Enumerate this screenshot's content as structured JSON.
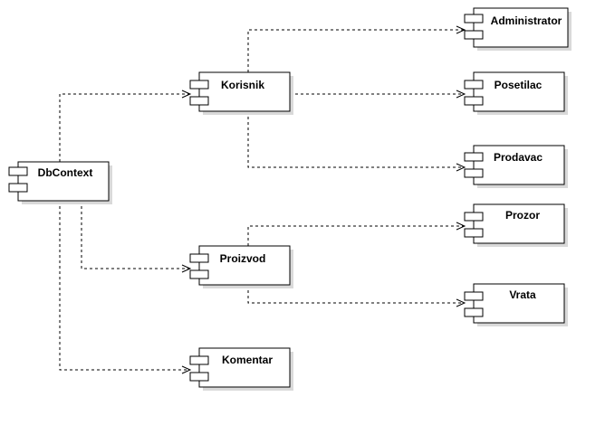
{
  "diagram": {
    "type": "uml-component-diagram",
    "line_color": "#000000",
    "fill_color": "#ffffff",
    "shadow_color": "#d9d9d9",
    "components": {
      "dbcontext": {
        "label": "DbContext"
      },
      "korisnik": {
        "label": "Korisnik"
      },
      "administrator": {
        "label": "Administrator"
      },
      "posetilac": {
        "label": "Posetilac"
      },
      "prodavac": {
        "label": "Prodavac"
      },
      "proizvod": {
        "label": "Proizvod"
      },
      "prozor": {
        "label": "Prozor"
      },
      "vrata": {
        "label": "Vrata"
      },
      "komentar": {
        "label": "Komentar"
      }
    },
    "dependencies": [
      {
        "from": "dbcontext",
        "to": "korisnik",
        "style": "dashed-open-arrow"
      },
      {
        "from": "dbcontext",
        "to": "proizvod",
        "style": "dashed-open-arrow"
      },
      {
        "from": "dbcontext",
        "to": "komentar",
        "style": "dashed-open-arrow"
      },
      {
        "from": "korisnik",
        "to": "administrator",
        "style": "dashed-open-arrow"
      },
      {
        "from": "korisnik",
        "to": "posetilac",
        "style": "dashed-open-arrow"
      },
      {
        "from": "korisnik",
        "to": "prodavac",
        "style": "dashed-open-arrow"
      },
      {
        "from": "proizvod",
        "to": "prozor",
        "style": "dashed-open-arrow"
      },
      {
        "from": "proizvod",
        "to": "vrata",
        "style": "dashed-open-arrow"
      }
    ]
  }
}
